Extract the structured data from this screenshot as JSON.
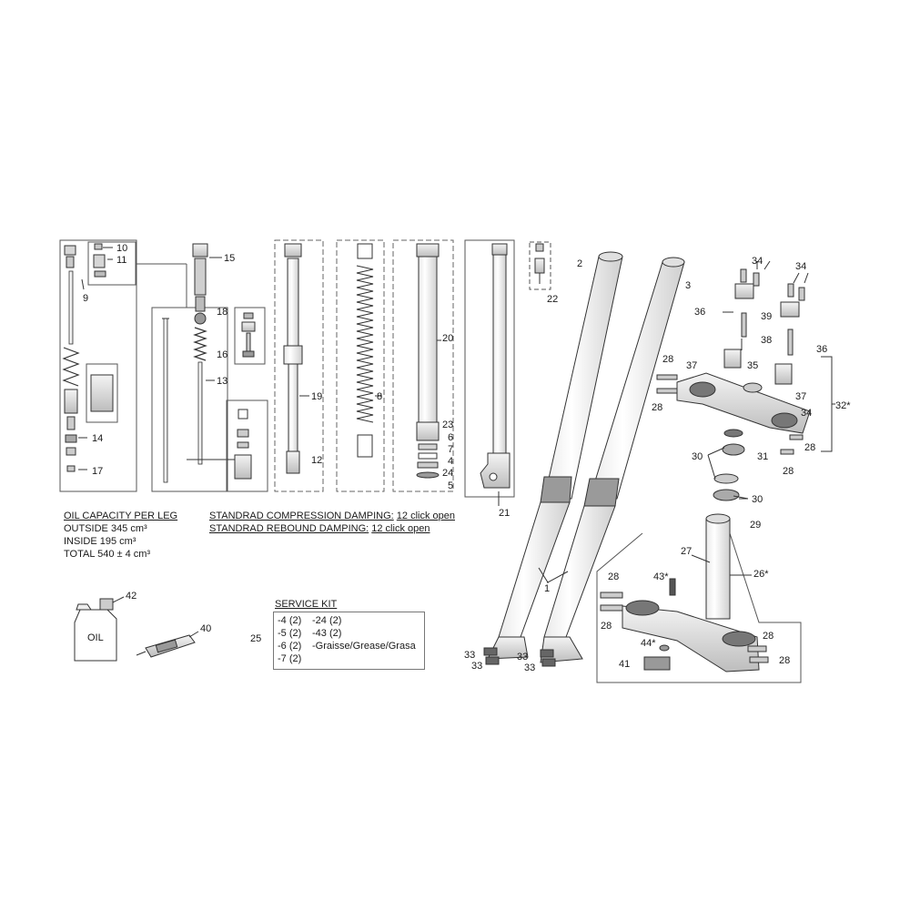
{
  "callouts": {
    "c1": "1",
    "c2": "2",
    "c3": "3",
    "c4": "4",
    "c5": "5",
    "c6": "6",
    "c7": "7",
    "c8": "8",
    "c9": "9",
    "c10": "10",
    "c11": "11",
    "c12": "12",
    "c13": "13",
    "c14": "14",
    "c15": "15",
    "c16": "16",
    "c17": "17",
    "c18": "18",
    "c19": "19",
    "c20": "20",
    "c21": "21",
    "c22": "22",
    "c23": "23",
    "c24": "24",
    "c25": "25",
    "c26": "26*",
    "c27": "27",
    "c28": "28",
    "c29": "29",
    "c30": "30",
    "c31": "31",
    "c32": "32*",
    "c33": "33",
    "c34": "34",
    "c35": "35",
    "c36": "36",
    "c37": "37",
    "c38": "38",
    "c39": "39",
    "c40": "40",
    "c41": "41",
    "c42": "42",
    "c43": "43*",
    "c44": "44*"
  },
  "oil_capacity": {
    "heading": "OIL CAPACITY PER LEG",
    "outside": "OUTSIDE 345 cm³",
    "inside": "INSIDE 195 cm³",
    "total": "TOTAL 540 ± 4 cm³"
  },
  "damping": {
    "compression_label": "STANDRAD COMPRESSION DAMPING:",
    "compression_value": "12 click open",
    "rebound_label": "STANDRAD REBOUND DAMPING:",
    "rebound_value": "12 click open"
  },
  "service_kit": {
    "title": "SERVICE KIT",
    "col1": [
      "-4 (2)",
      "-5 (2)",
      "-6 (2)",
      "-7 (2)"
    ],
    "col2": [
      "-24 (2)",
      "-43 (2)",
      "-Graisse/Grease/Grasa"
    ]
  },
  "oil_bottle_label": "OIL"
}
